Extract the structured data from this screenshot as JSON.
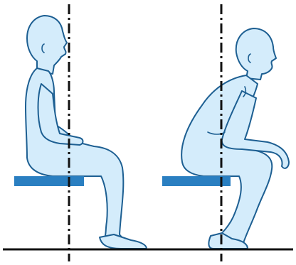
{
  "illustration": {
    "figures": [
      {
        "posture": "upright-seated",
        "reference_line": "vertical-dash-dot"
      },
      {
        "posture": "leaning-forward",
        "reference_line": "vertical-dash-dot"
      }
    ],
    "colors": {
      "body_fill": "#d4ecfb",
      "body_outline": "#1d5f92",
      "seat": "#2a7fc1",
      "ground": "#111111",
      "reference_line": "#111111"
    }
  }
}
